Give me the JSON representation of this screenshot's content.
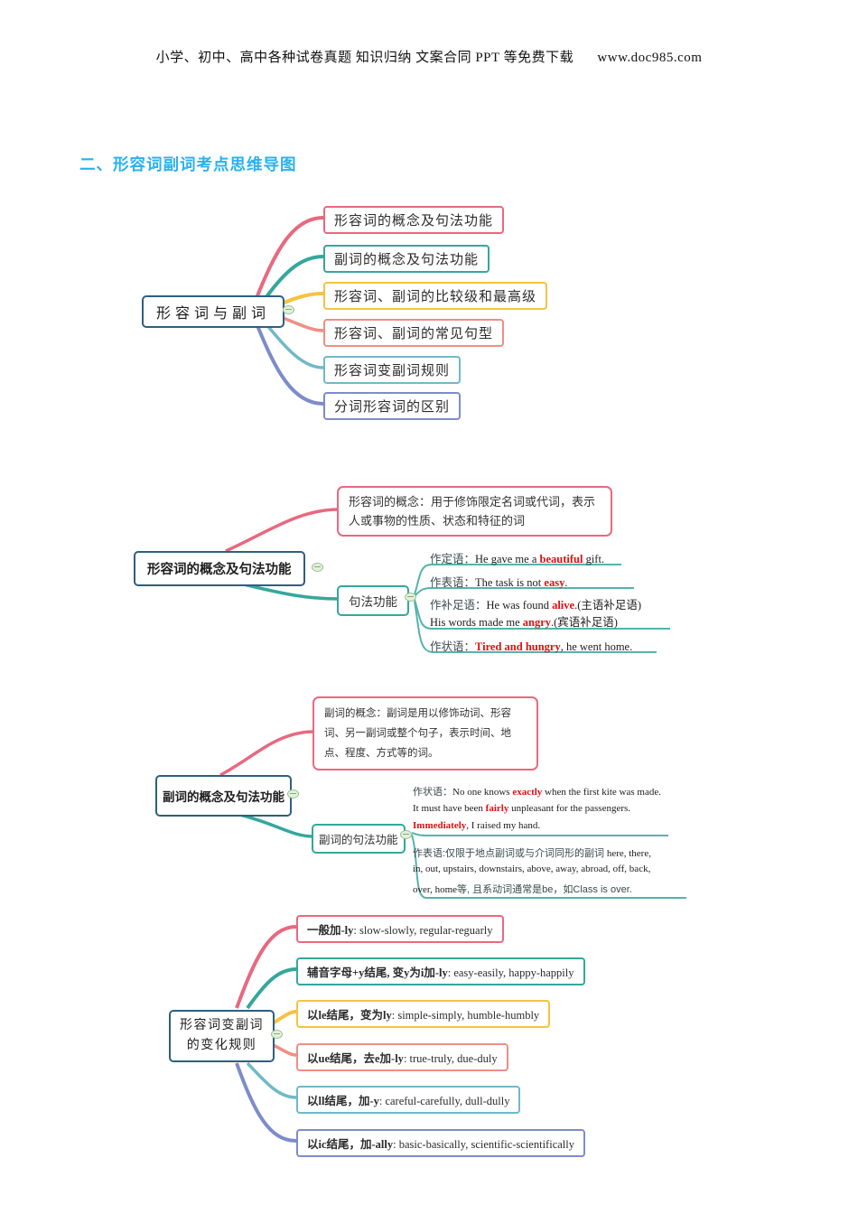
{
  "header": {
    "text": "小学、初中、高中各种试卷真题 知识归纳 文案合同 PPT 等免费下载",
    "url": "www.doc985.com"
  },
  "section_title": "二、形容词副词考点思维导图",
  "colors": {
    "title_cyan": "#29b1f0",
    "root_border_navy": "#2e5f7e",
    "branch_pink": "#e8697f",
    "branch_teal": "#35a79c",
    "branch_yellow": "#f5c342",
    "branch_salmon": "#ef8e85",
    "branch_light_teal": "#6fb9c8",
    "branch_purple": "#7d8cc9",
    "highlight_red": "#e21010",
    "subline_teal": "#56b3ac",
    "collapse_badge_green": "#95c28f"
  },
  "map1": {
    "root": "形容词与副词",
    "branches": [
      "形容词的概念及句法功能",
      "副词的概念及句法功能",
      "形容词、副词的比较级和最高级",
      "形容词、副词的常见句型",
      "形容词变副词规则",
      "分词形容词的区别"
    ]
  },
  "map2": {
    "root": "形容词的概念及句法功能",
    "concept": "形容词的概念：用于修饰限定名词或代词，表示人或事物的性质、状态和特征的词",
    "fn_node": "句法功能",
    "items": [
      {
        "segments": [
          {
            "t": "作定语：",
            "c": "zh"
          },
          {
            "t": "He gave me a "
          },
          {
            "t": "beautiful",
            "c": "r"
          },
          {
            "t": " gift."
          }
        ]
      },
      {
        "segments": [
          {
            "t": "作表语：",
            "c": "zh"
          },
          {
            "t": "The task is not "
          },
          {
            "t": "easy",
            "c": "r"
          },
          {
            "t": "."
          }
        ]
      },
      {
        "segments": [
          {
            "t": "作补足语：",
            "c": "zh"
          },
          {
            "t": "He was found "
          },
          {
            "t": "alive",
            "c": "r"
          },
          {
            "t": ".(主语补足语)"
          }
        ]
      },
      {
        "segments": [
          {
            "t": "His words made me "
          },
          {
            "t": "angry",
            "c": "r"
          },
          {
            "t": ".(宾语补足语)"
          }
        ]
      },
      {
        "segments": [
          {
            "t": "作状语：",
            "c": "zh"
          },
          {
            "t": "Tired and hungry",
            "c": "r"
          },
          {
            "t": ", he went home."
          }
        ]
      }
    ]
  },
  "map3": {
    "root": "副词的概念及句法功能",
    "concept": "副词的概念：副词是用以修饰动词、形容词、另一副词或整个句子，表示时间、地点、程度、方式等的词。",
    "fn_node": "副词的句法功能",
    "adverbial_lines": [
      {
        "segments": [
          {
            "t": "作状语：",
            "c": "zh"
          },
          {
            "t": "No one knows "
          },
          {
            "t": "exactly",
            "c": "r"
          },
          {
            "t": " when the first kite was made."
          }
        ]
      },
      {
        "segments": [
          {
            "t": "It must have been "
          },
          {
            "t": "fairly",
            "c": "r"
          },
          {
            "t": " unpleasant for the passengers."
          }
        ]
      },
      {
        "segments": [
          {
            "t": "Immediately",
            "c": "r"
          },
          {
            "t": ", I raised my hand."
          }
        ]
      }
    ],
    "predicative_lines": [
      {
        "segments": [
          {
            "t": "作表语:仅限于地点副词或与介词同形的副词",
            "c": "zh"
          },
          {
            "t": " here, there,"
          }
        ]
      },
      {
        "segments": [
          {
            "t": "in, out, upstairs, downstairs, above, away, abroad, off, back,"
          }
        ]
      },
      {
        "segments": [
          {
            "t": "over, home"
          },
          {
            "t": "等, 且系动词通常是be，如Class is over.",
            "c": "zh"
          }
        ]
      }
    ]
  },
  "map4": {
    "root_line1": "形容词变副词",
    "root_line2": "的变化规则",
    "branches": [
      {
        "segments": [
          {
            "t": "一般加-ly",
            "c": "b"
          },
          {
            "t": ": slow-slowly, regular-reguarly"
          }
        ]
      },
      {
        "segments": [
          {
            "t": "辅音字母+y结尾, 变y为i加-ly",
            "c": "b"
          },
          {
            "t": ": easy-easily, happy-happily"
          }
        ]
      },
      {
        "segments": [
          {
            "t": "以le结尾，变为ly",
            "c": "b"
          },
          {
            "t": ": simple-simply, humble-humbly"
          }
        ]
      },
      {
        "segments": [
          {
            "t": "以ue结尾，去e加-ly",
            "c": "b"
          },
          {
            "t": ": true-truly, due-duly"
          }
        ]
      },
      {
        "segments": [
          {
            "t": "以ll结尾，加-y",
            "c": "b"
          },
          {
            "t": ": careful-carefully, dull-dully"
          }
        ]
      },
      {
        "segments": [
          {
            "t": "以ic结尾，加-ally",
            "c": "b"
          },
          {
            "t": ":  basic-basically, scientific-scientifically"
          }
        ]
      }
    ]
  }
}
